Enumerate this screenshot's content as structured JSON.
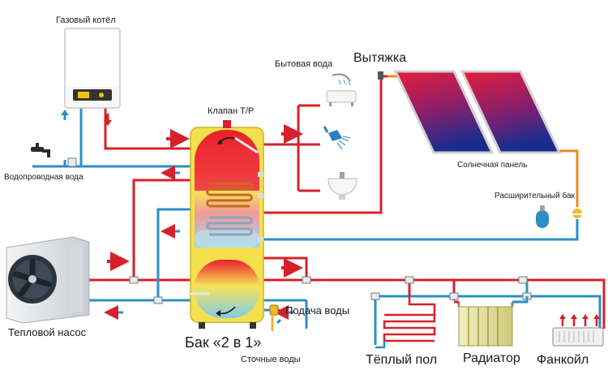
{
  "labels": {
    "gas_boiler": "Газовый котёл",
    "household_water": "Бытовая вода",
    "exhaust": "Вытяжка",
    "tp_valve": "Клапан T/P",
    "tap_water": "Водопроводная вода",
    "solar_panel": "Солнечная панель",
    "expansion_tank": "Расширительный бак",
    "heat_pump": "Тепловой насос",
    "water_supply": "Подача воды",
    "tank_2in1": "Бак «2 в 1»",
    "waste_water": "Сточные воды",
    "floor_heating": "Тёплый пол",
    "radiator": "Радиатор",
    "fancoil": "Фанкойл"
  },
  "colors": {
    "hot_pipe": "#d8202a",
    "cold_pipe": "#2b8fc6",
    "solar_loop": "#f08a1c",
    "tank_body": "#f4e04d",
    "solar_panel_top": "#c0162c",
    "solar_panel_bottom": "#1a2f8a"
  },
  "icons": {
    "boiler": "gas-boiler-icon",
    "tap": "water-tap-icon",
    "bathtub": "bathtub-icon",
    "shower": "shower-icon",
    "sink": "sink-icon",
    "heat_pump": "heat-pump-icon",
    "expansion_tank": "expansion-tank-icon",
    "radiator": "radiator-icon",
    "fancoil": "fancoil-icon",
    "floor_heating": "floor-heating-coil-icon"
  }
}
